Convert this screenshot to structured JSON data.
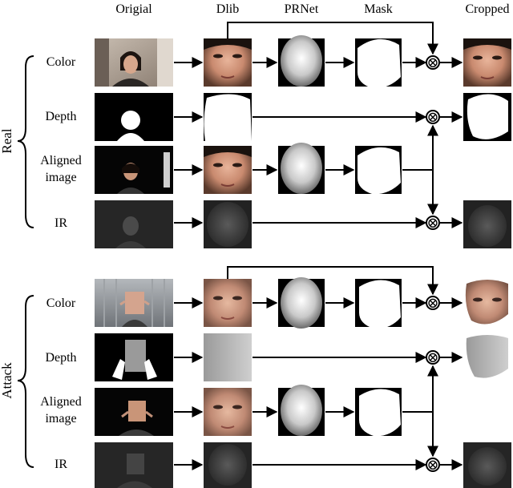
{
  "columns": {
    "original": "Origial",
    "dlib": "Dlib",
    "prnet": "PRNet",
    "mask": "Mask",
    "cropped": "Cropped"
  },
  "groups": {
    "real": "Real",
    "attack": "Attack"
  },
  "rows": {
    "color": "Color",
    "depth": "Depth",
    "aligned_line1": "Aligned",
    "aligned_line2": "image",
    "ir": "IR"
  },
  "operator_symbol": "⊗"
}
